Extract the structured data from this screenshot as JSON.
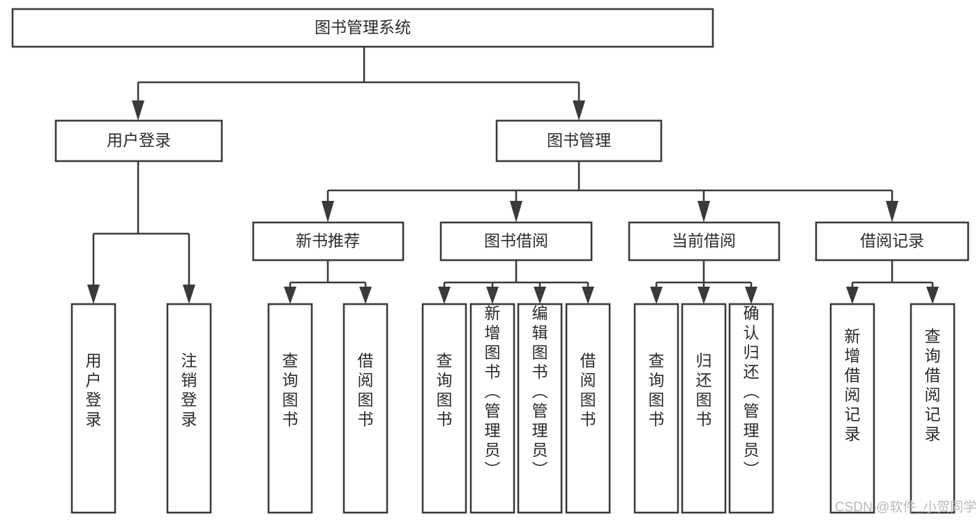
{
  "diagram": {
    "title": "图书管理系统",
    "type": "tree",
    "orientation": "top-down",
    "colors": {
      "box_fill": "#ffffff",
      "box_stroke": "#3a3a3a",
      "text": "#2b2b2b",
      "watermark": "#b9b9b9",
      "background": "#ffffff"
    },
    "nodes": {
      "root": {
        "label": "图书管理系统"
      },
      "level2": [
        {
          "id": "user-login",
          "label": "用户登录"
        },
        {
          "id": "book-manage",
          "label": "图书管理"
        }
      ],
      "level3": [
        {
          "id": "new-book-recommend",
          "label": "新书推荐",
          "parent": "book-manage"
        },
        {
          "id": "book-borrow",
          "label": "图书借阅",
          "parent": "book-manage"
        },
        {
          "id": "current-borrow",
          "label": "当前借阅",
          "parent": "book-manage"
        },
        {
          "id": "borrow-record",
          "label": "借阅记录",
          "parent": "book-manage"
        }
      ],
      "leaves": [
        {
          "id": "leaf-user-login",
          "label": "用户登录",
          "parent": "user-login"
        },
        {
          "id": "leaf-logout",
          "label": "注销登录",
          "parent": "user-login"
        },
        {
          "id": "leaf-query-book-1",
          "label": "查询图书",
          "parent": "new-book-recommend"
        },
        {
          "id": "leaf-borrow-book-1",
          "label": "借阅图书",
          "parent": "new-book-recommend"
        },
        {
          "id": "leaf-query-book-2",
          "label": "查询图书",
          "parent": "book-borrow"
        },
        {
          "id": "leaf-add-book",
          "label": "新增图书（管理员）",
          "parent": "book-borrow"
        },
        {
          "id": "leaf-edit-book",
          "label": "编辑图书（管理员）",
          "parent": "book-borrow"
        },
        {
          "id": "leaf-borrow-book-2",
          "label": "借阅图书",
          "parent": "book-borrow"
        },
        {
          "id": "leaf-query-book-3",
          "label": "查询图书",
          "parent": "current-borrow"
        },
        {
          "id": "leaf-return-book",
          "label": "归还图书",
          "parent": "current-borrow"
        },
        {
          "id": "leaf-confirm-return",
          "label": "确认归还（管理员）",
          "parent": "current-borrow"
        },
        {
          "id": "leaf-add-record",
          "label": "新增借阅记录",
          "parent": "borrow-record"
        },
        {
          "id": "leaf-query-record",
          "label": "查询借阅记录",
          "parent": "borrow-record"
        }
      ]
    }
  },
  "watermark": {
    "text": "CSDN @软件_小贺同学"
  }
}
